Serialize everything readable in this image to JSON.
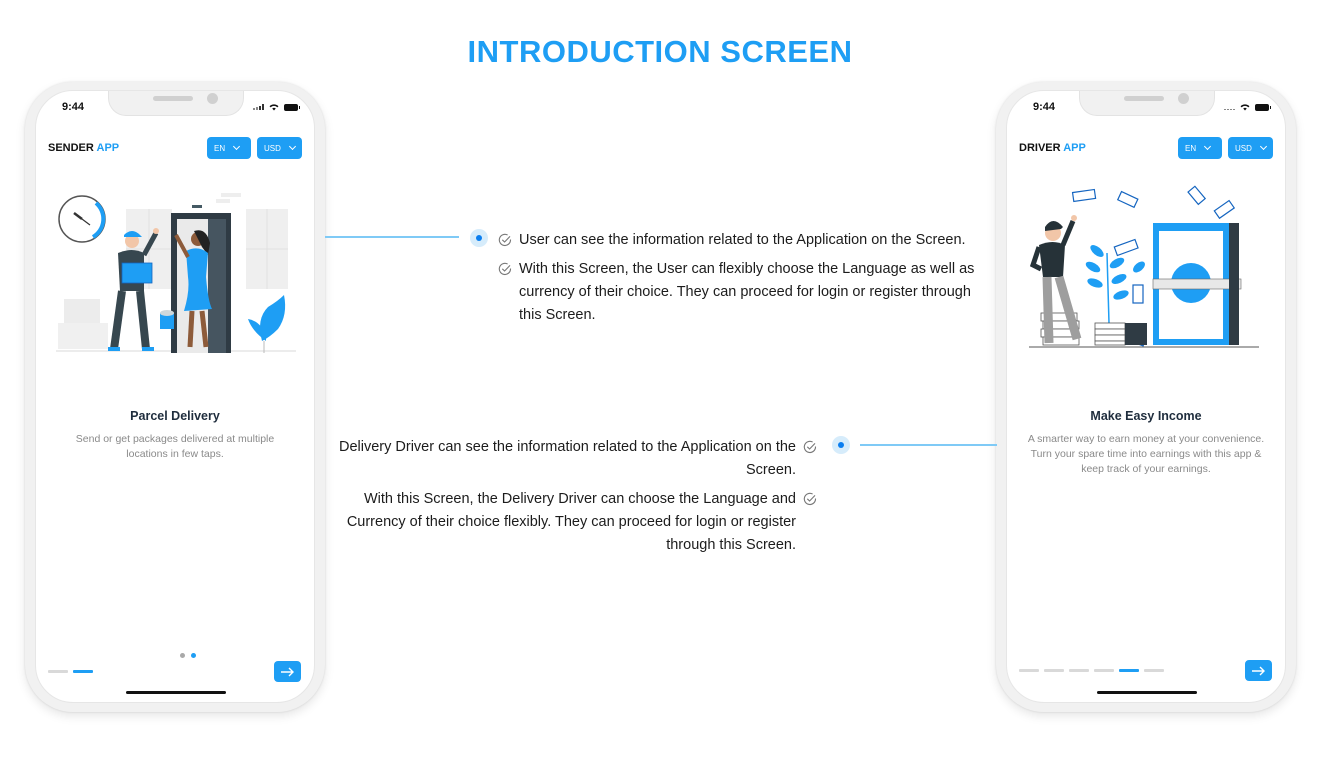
{
  "page": {
    "title": "INTRODUCTION SCREEN",
    "accent_color": "#1e9ef4"
  },
  "sender_phone": {
    "status_time": "9:44",
    "app_name_primary": "SENDER",
    "app_name_accent": "APP",
    "language_select": "EN",
    "currency_select": "USD",
    "illustration": "delivery-man-handing-parcel-illustration",
    "slide_title": "Parcel Delivery",
    "slide_description": "Send or get packages delivered at multiple locations in few taps.",
    "page_dots": {
      "count": 2,
      "active": 1
    },
    "progress_segments": {
      "count": 2,
      "active": 1
    },
    "next_button_icon": "arrow-right-icon"
  },
  "driver_phone": {
    "status_time": "9:44",
    "app_name_primary": "DRIVER",
    "app_name_accent": "APP",
    "language_select": "EN",
    "currency_select": "USD",
    "illustration": "man-with-flying-money-illustration",
    "slide_title": "Make Easy Income",
    "slide_description": "A smarter way to earn money at your convenience. Turn your spare time into earnings with this app & keep track of your earnings.",
    "progress_segments": {
      "count": 6,
      "active": 4
    },
    "next_button_icon": "arrow-right-icon"
  },
  "sender_info": {
    "items": [
      {
        "icon": "check-circle-icon",
        "text": "User can see the information related to the Application on the Screen."
      },
      {
        "icon": "check-circle-icon",
        "text": "With this Screen, the User can flexibly choose the Language as well as currency of their choice. They can proceed for login or register through this Screen."
      }
    ]
  },
  "driver_info": {
    "items": [
      {
        "icon": "check-circle-icon",
        "text": "Delivery Driver can see the information related to the Application on the Screen."
      },
      {
        "icon": "check-circle-icon",
        "text": "With this Screen, the Delivery Driver can choose the Language and Currency of their choice flexibly. They can proceed for login or register through this Screen."
      }
    ]
  }
}
